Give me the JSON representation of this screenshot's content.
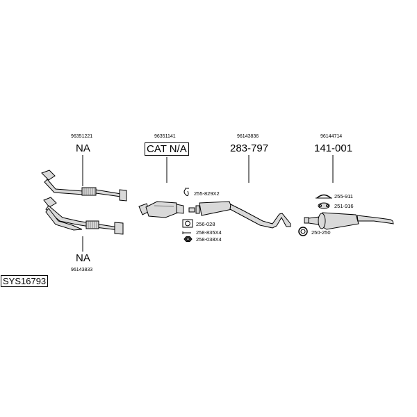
{
  "system_code": "SYS16793",
  "parts": [
    {
      "oem": "96351221",
      "code": "NA",
      "boxed": false
    },
    {
      "oem": "96143833",
      "code": "NA",
      "boxed": false
    },
    {
      "oem": "96351141",
      "code": "CAT N/A",
      "boxed": true
    },
    {
      "oem": "96143836",
      "code": "283-797",
      "boxed": false
    },
    {
      "oem": "96144714",
      "code": "141-001",
      "boxed": false
    }
  ],
  "accessories": [
    {
      "code": "255-829X2",
      "icon": "clamp-icon"
    },
    {
      "code": "256-028",
      "icon": "gasket-icon"
    },
    {
      "code": "258-835X4",
      "icon": "bolt-icon"
    },
    {
      "code": "258-038X4",
      "icon": "nut-icon"
    },
    {
      "code": "255-911",
      "icon": "clamp-icon"
    },
    {
      "code": "251-916",
      "icon": "rubber-mount-icon"
    },
    {
      "code": "250-250",
      "icon": "rubber-ring-icon"
    }
  ],
  "colors": {
    "line": "#000000",
    "part_fill": "#d9d9d9",
    "background": "#ffffff"
  }
}
